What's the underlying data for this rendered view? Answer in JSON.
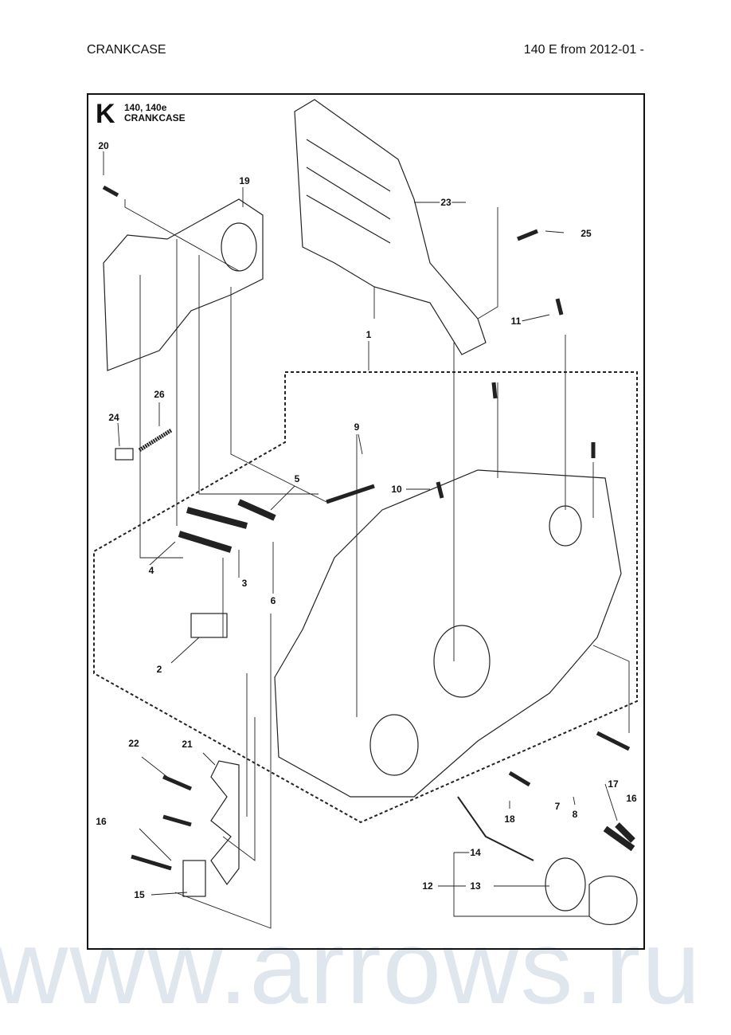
{
  "header": {
    "left": "CRANKCASE",
    "right": "140 E from 2012-01 -"
  },
  "diagram": {
    "letter": "K",
    "models": "140, 140e",
    "title": "CRANKCASE"
  },
  "watermark": "www.arrows.ru",
  "callouts": {
    "n1": "1",
    "n2": "2",
    "n3": "3",
    "n4": "4",
    "n5": "5",
    "n6": "6",
    "n7": "7",
    "n8": "8",
    "n9": "9",
    "n10": "10",
    "n11": "11",
    "n12": "12",
    "n13": "13",
    "n14": "14",
    "n15": "15",
    "n16": "16",
    "n17": "17",
    "n18": "18",
    "n19": "19",
    "n20": "20",
    "n21": "21",
    "n22": "22",
    "n23": "23",
    "n24": "24",
    "n25": "25",
    "n26": "26"
  }
}
